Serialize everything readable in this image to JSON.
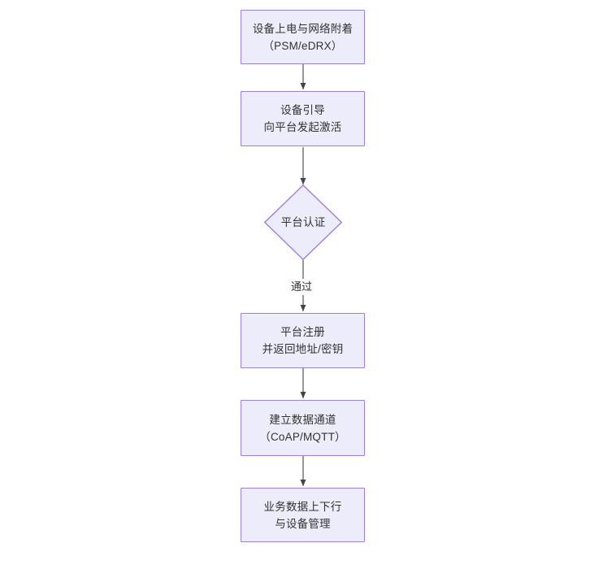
{
  "diagram": {
    "type": "flowchart",
    "orientation": "top-to-bottom",
    "theme": {
      "node_fill": "#ececfa",
      "node_border": "#9f7fdd",
      "text_color": "#333333",
      "edge_color": "#444444",
      "background": "#ffffff",
      "edge_label_background": "#fafafa"
    },
    "nodes": [
      {
        "id": "n1",
        "shape": "rectangle",
        "label": "设备上电与网络附着\n（PSM/eDRX）",
        "name": "node-device-power-on"
      },
      {
        "id": "n2",
        "shape": "rectangle",
        "label": "设备引导\n向平台发起激活",
        "name": "node-device-bootstrap"
      },
      {
        "id": "n3",
        "shape": "diamond",
        "label": "平台认证",
        "name": "node-platform-auth"
      },
      {
        "id": "n4",
        "shape": "rectangle",
        "label": "平台注册\n并返回地址/密钥",
        "name": "node-platform-register"
      },
      {
        "id": "n5",
        "shape": "rectangle",
        "label": "建立数据通道\n（CoAP/MQTT）",
        "name": "node-establish-data-channel"
      },
      {
        "id": "n6",
        "shape": "rectangle",
        "label": "业务数据上下行\n与设备管理",
        "name": "node-business-data"
      }
    ],
    "edges": [
      {
        "id": "e1",
        "from": "n1",
        "to": "n2",
        "label": ""
      },
      {
        "id": "e2",
        "from": "n2",
        "to": "n3",
        "label": ""
      },
      {
        "id": "e3",
        "from": "n3",
        "to": "n4",
        "label": "通过"
      },
      {
        "id": "e4",
        "from": "n4",
        "to": "n5",
        "label": ""
      },
      {
        "id": "e5",
        "from": "n5",
        "to": "n6",
        "label": ""
      }
    ]
  }
}
